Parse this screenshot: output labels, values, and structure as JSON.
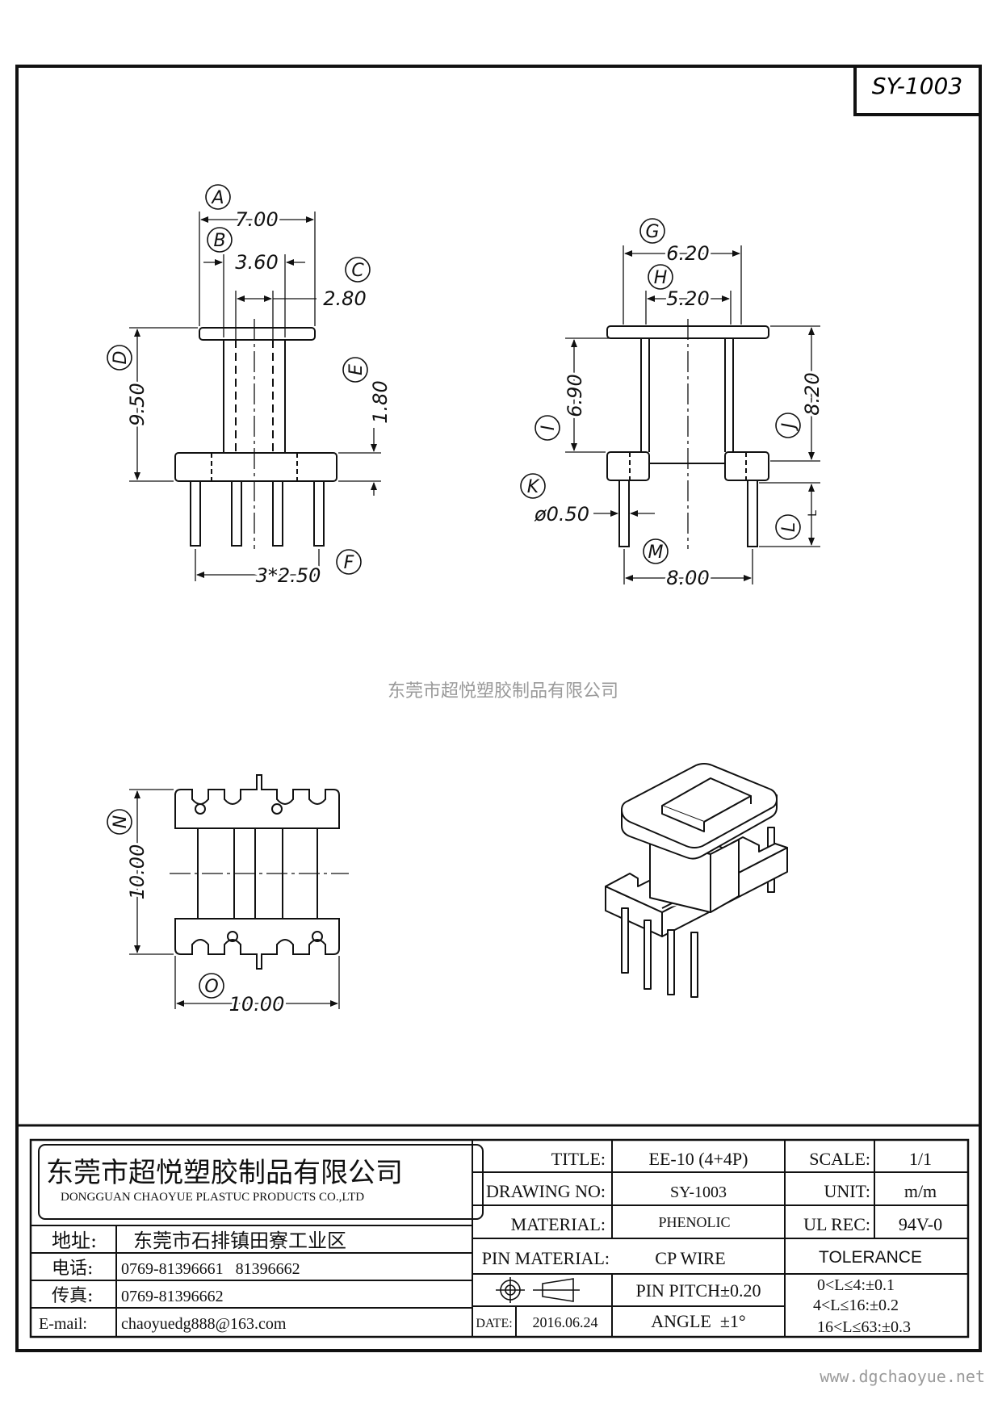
{
  "drawing_code": "SY-1003",
  "watermark": "东莞市超悦塑胶制品有限公司",
  "site": "www.dgchaoyue.net",
  "dims": {
    "a": "7.00",
    "b": "3.60",
    "c": "2.80",
    "d": "9.50",
    "e": "1.80",
    "f": "3*2.50",
    "g": "6.20",
    "h": "5.20",
    "i": "6.90",
    "j": "8.20",
    "k": "ø0.50",
    "l": "L",
    "m": "8.00",
    "n": "10.00",
    "o": "10.00"
  },
  "markers": [
    "A",
    "B",
    "C",
    "D",
    "E",
    "F",
    "G",
    "H",
    "I",
    "J",
    "K",
    "L",
    "M",
    "N",
    "O"
  ],
  "company": {
    "name_cn": "东莞市超悦塑胶制品有限公司",
    "name_en": "DONGGUAN CHAOYUE PLASTUC PRODUCTS CO.,LTD",
    "address_label": "地址:",
    "address": "东莞市石排镇田寮工业区",
    "phone_label": "电话:",
    "phone": "0769-81396661   81396662",
    "fax_label": "传真:",
    "fax": "0769-81396662",
    "email_label": "E-mail:",
    "email": "chaoyuedg888@163.com"
  },
  "spec": {
    "title_label": "TITLE:",
    "title": "EE-10 (4+4P)",
    "scale_label": "SCALE:",
    "scale": "1/1",
    "drawing_no_label": "DRAWING NO:",
    "drawing_no": "SY-1003",
    "unit_label": "UNIT:",
    "unit": "m/m",
    "material_label": "MATERIAL:",
    "material": "PHENOLIC",
    "ul_label": "UL REC:",
    "ul": "94V-0",
    "pin_material_label": "PIN MATERIAL:",
    "pin_material": "CP WIRE",
    "tolerance_label": "TOLERANCE",
    "pin_pitch": "PIN PITCH±0.20",
    "tol1": "0<L≤4:±0.1",
    "tol2": "4<L≤16:±0.2",
    "tol3": "16<L≤63:±0.3",
    "date_label": "DATE:",
    "date": "2016.06.24",
    "angle": "ANGLE  ±1°"
  }
}
